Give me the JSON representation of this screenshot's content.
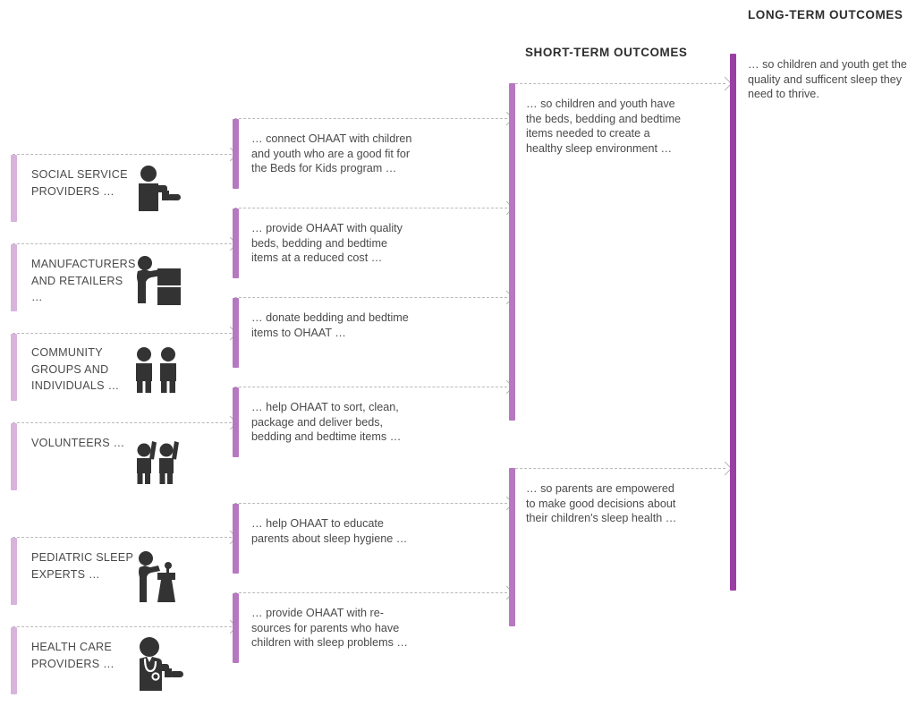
{
  "diagram": {
    "title_short_term": "SHORT-TERM OUTCOMES",
    "title_long_term": "LONG-TERM OUTCOMES",
    "colors": {
      "bar_light": "#d8b3dc",
      "bar_mid": "#b678c0",
      "bar_dark": "#9c3fa5",
      "text": "#4a4a4a",
      "heading": "#2e2e2e",
      "dash": "#b9b9b9",
      "icon": "#333333"
    }
  },
  "stakeholders": [
    {
      "label": "SOCIAL SERVICE\nPROVIDERS …",
      "icon": "person-pointing-icon"
    },
    {
      "label": "MANUFACTURERS\nAND RETAILERS …",
      "icon": "person-with-boxes-icon"
    },
    {
      "label": "COMMUNITY\nGROUPS AND\nINDIVIDUALS …",
      "icon": "two-people-icon"
    },
    {
      "label": "VOLUNTEERS …",
      "icon": "two-people-raised-hands-icon"
    },
    {
      "label": "PEDIATRIC SLEEP\nEXPERTS …",
      "icon": "person-at-podium-icon"
    },
    {
      "label": "HEALTH CARE\nPROVIDERS …",
      "icon": "doctor-stethoscope-icon"
    }
  ],
  "activities": [
    {
      "text": "… connect OHAAT with children\nand youth who are a good fit for\nthe Beds for Kids program …"
    },
    {
      "text": "… provide OHAAT with quality\nbeds, bedding and bedtime\nitems at a reduced cost …"
    },
    {
      "text": "… donate bedding and bedtime\nitems to OHAAT …"
    },
    {
      "text": "… help OHAAT to sort, clean,\npackage and deliver beds,\nbedding and bedtime items …"
    },
    {
      "text": "… help OHAAT to educate\nparents about sleep hygiene …"
    },
    {
      "text": "… provide OHAAT with re-\nsources for parents who have\nchildren with sleep problems …"
    }
  ],
  "short_term_outcomes": [
    {
      "text": "… so children and youth have\nthe beds, bedding and bedtime\nitems needed to create a\nhealthy sleep environment …"
    },
    {
      "text": "… so parents are empowered\nto make good decisions about\ntheir children's sleep health …"
    }
  ],
  "long_term_outcomes": [
    {
      "text": "… so children and youth get the\nquality and sufficent sleep they\nneed to thrive."
    }
  ]
}
